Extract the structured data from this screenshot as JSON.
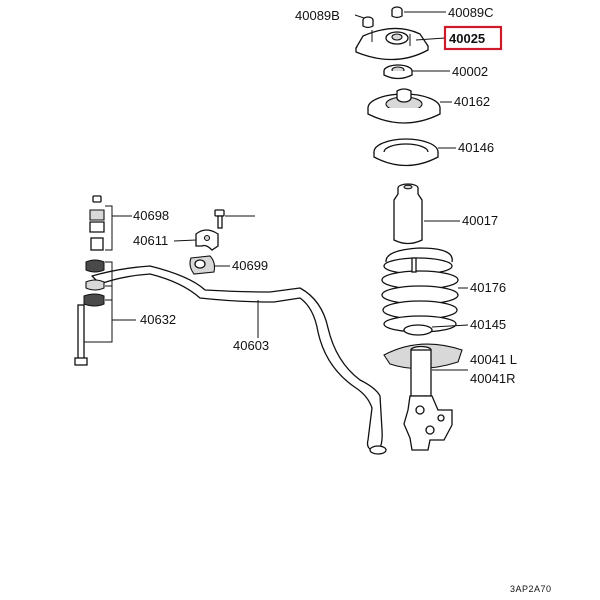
{
  "labels": {
    "p40089B": "40089B",
    "p40089C": "40089C",
    "p40025": "40025",
    "p40002": "40002",
    "p40162": "40162",
    "p40146": "40146",
    "p40017": "40017",
    "p40176": "40176",
    "p40145": "40145",
    "p40041L": "40041 L",
    "p40041R": "40041R",
    "p40698": "40698",
    "p40611": "40611",
    "p40699": "40699",
    "p40632": "40632",
    "p40603": "40603"
  },
  "highlighted_part": "40025",
  "highlight_color": "#d0192b",
  "diagram_code": "3AP2A70"
}
